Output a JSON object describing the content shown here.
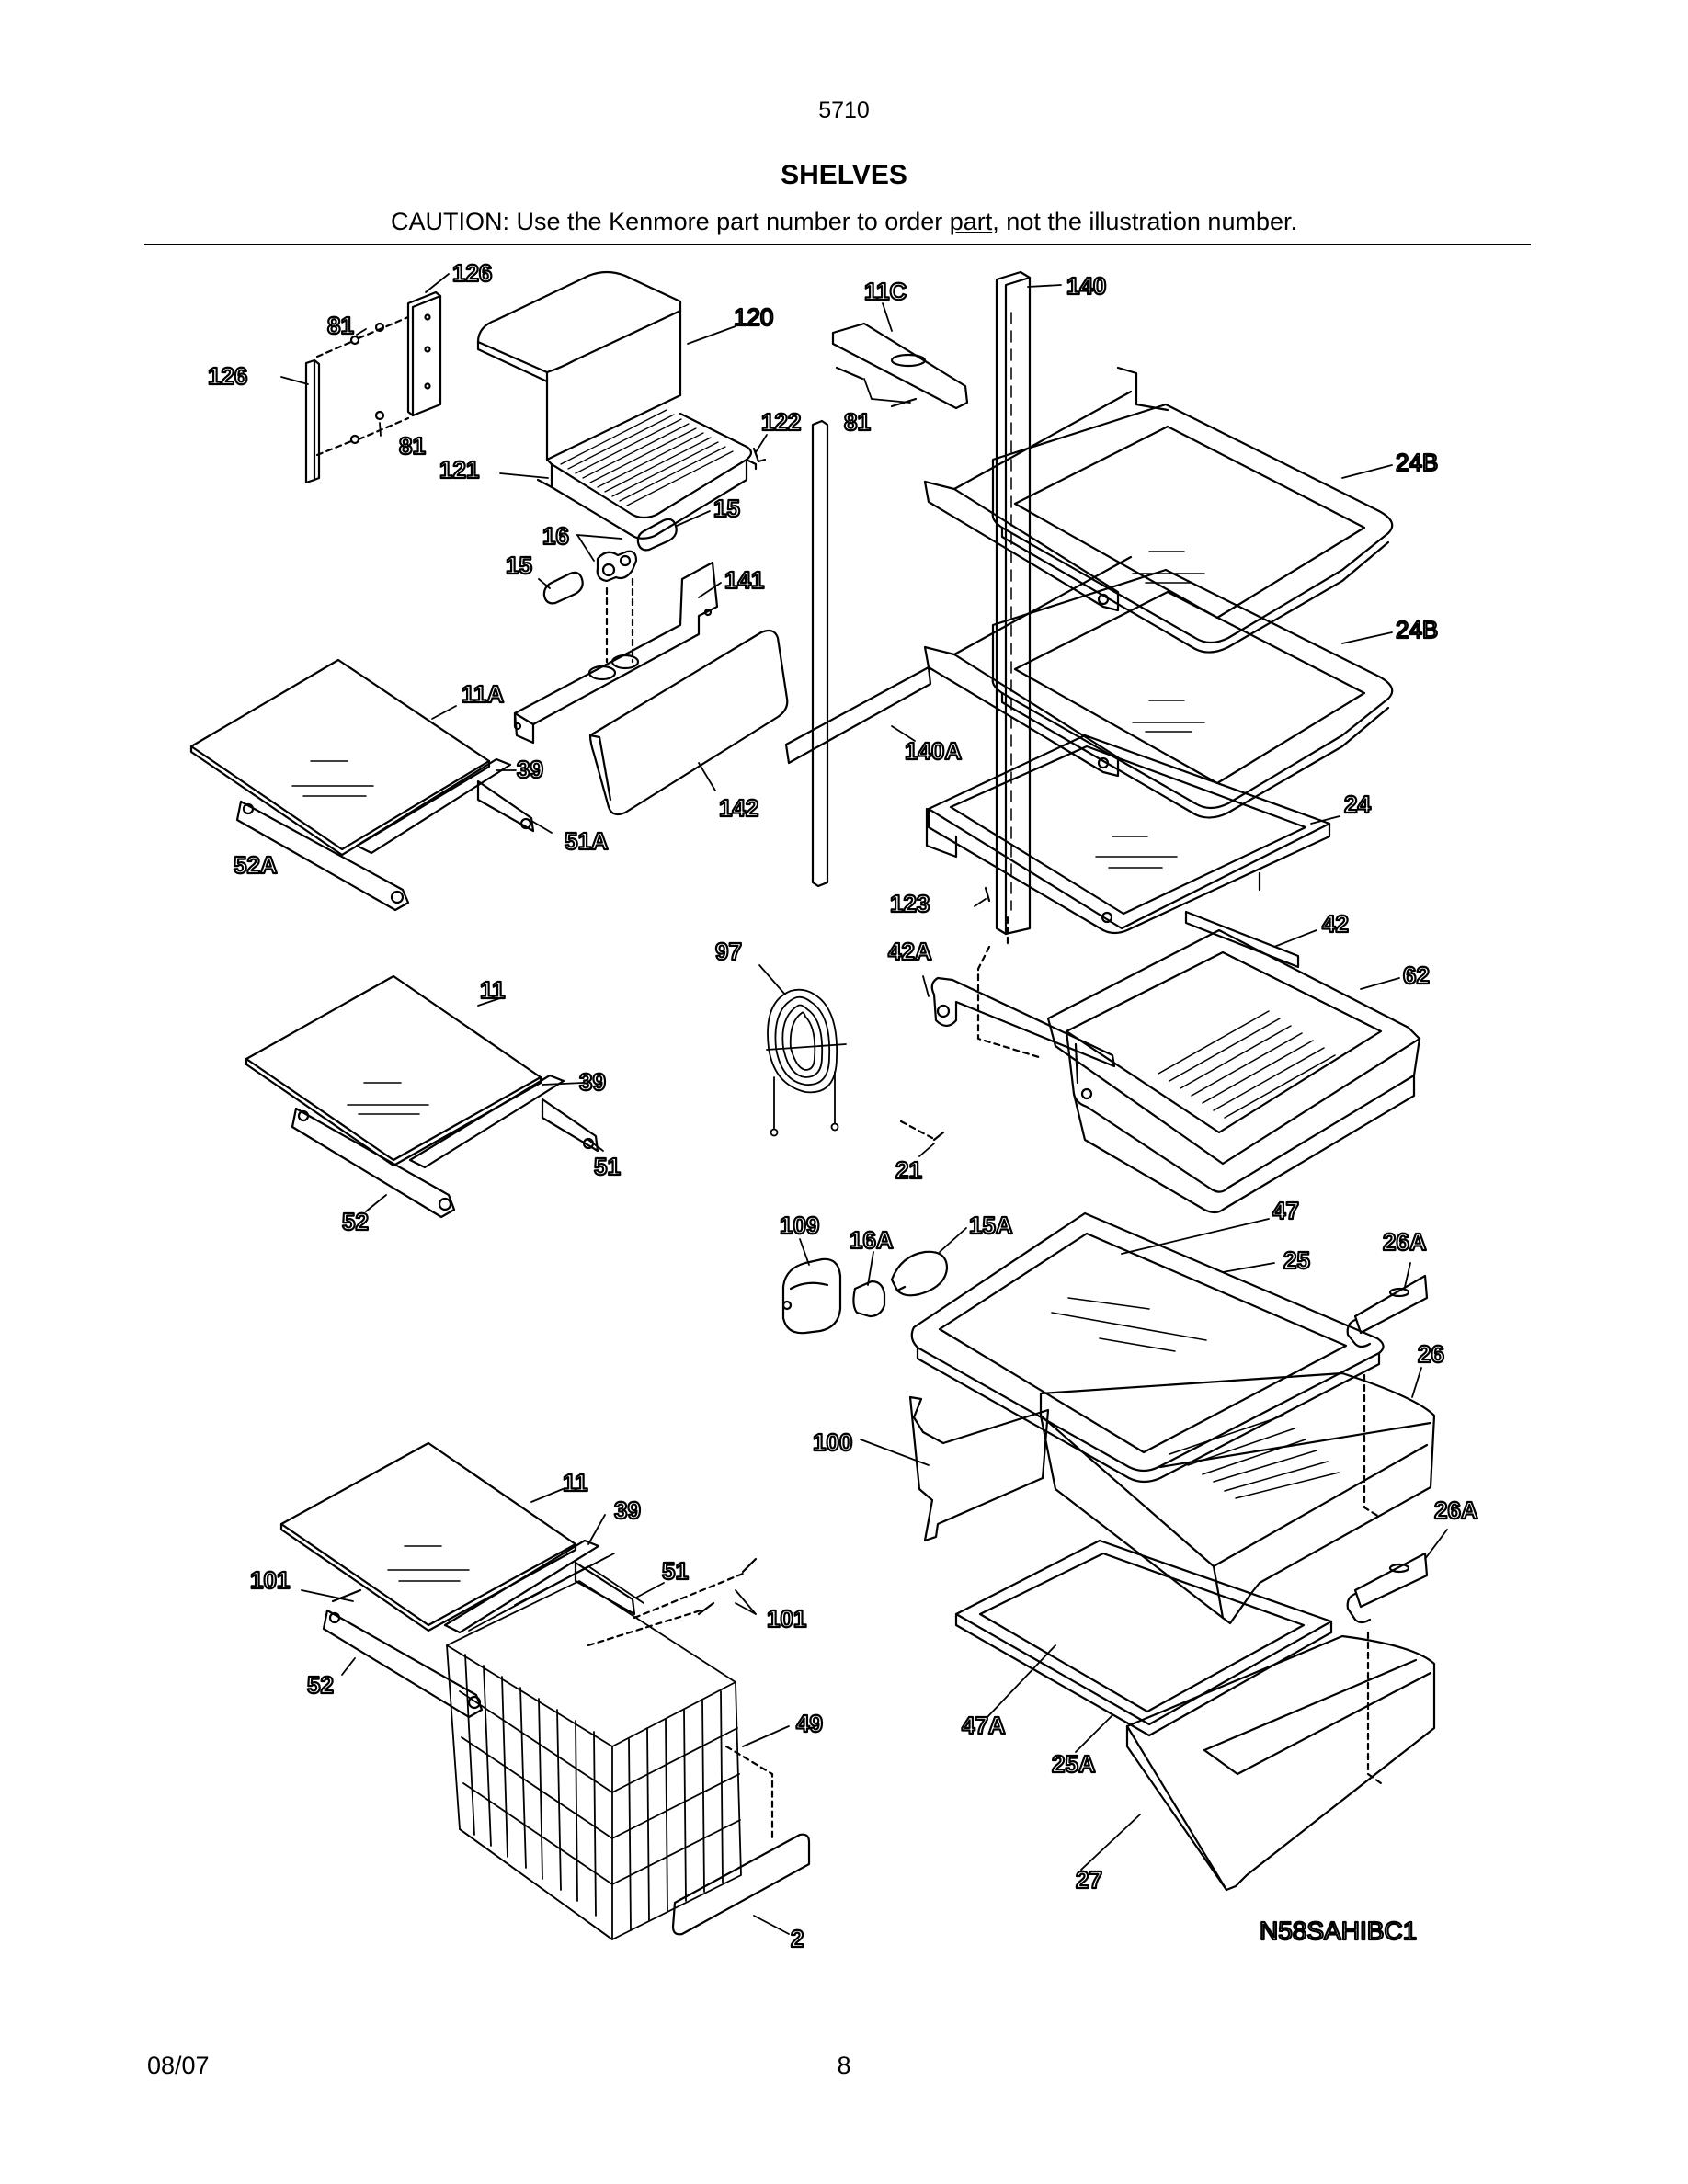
{
  "header": {
    "model": "5710",
    "title": "SHELVES",
    "caution_prefix": "CAUTION: Use the Kenmore part number to order ",
    "caution_link": "part",
    "caution_suffix": ", not the illustration number."
  },
  "diagram_code": "N58SAHIBC1",
  "footer": {
    "date": "08/07",
    "page": "8"
  },
  "callouts": [
    {
      "id": "126a",
      "text": "126",
      "bold": true
    },
    {
      "id": "81a",
      "text": "81",
      "bold": true
    },
    {
      "id": "126b",
      "text": "126",
      "bold": true
    },
    {
      "id": "81b",
      "text": "81",
      "bold": true
    },
    {
      "id": "120",
      "text": "120",
      "bold": false
    },
    {
      "id": "121",
      "text": "121",
      "bold": true
    },
    {
      "id": "122",
      "text": "122",
      "bold": true
    },
    {
      "id": "11C",
      "text": "11C",
      "bold": true
    },
    {
      "id": "81c",
      "text": "81",
      "bold": true
    },
    {
      "id": "140",
      "text": "140",
      "bold": true
    },
    {
      "id": "24Ba",
      "text": "24B",
      "bold": false
    },
    {
      "id": "24Bb",
      "text": "24B",
      "bold": false
    },
    {
      "id": "15a",
      "text": "15",
      "bold": true
    },
    {
      "id": "16",
      "text": "16",
      "bold": true
    },
    {
      "id": "15b",
      "text": "15",
      "bold": true
    },
    {
      "id": "141",
      "text": "141",
      "bold": true
    },
    {
      "id": "11A",
      "text": "11A",
      "bold": true
    },
    {
      "id": "39a",
      "text": "39",
      "bold": true
    },
    {
      "id": "51A",
      "text": "51A",
      "bold": true
    },
    {
      "id": "52A",
      "text": "52A",
      "bold": true
    },
    {
      "id": "142",
      "text": "142",
      "bold": true
    },
    {
      "id": "140A",
      "text": "140A",
      "bold": true
    },
    {
      "id": "24",
      "text": "24",
      "bold": true
    },
    {
      "id": "123",
      "text": "123",
      "bold": true
    },
    {
      "id": "42",
      "text": "42",
      "bold": true
    },
    {
      "id": "97",
      "text": "97",
      "bold": true
    },
    {
      "id": "42A",
      "text": "42A",
      "bold": true
    },
    {
      "id": "62",
      "text": "62",
      "bold": true
    },
    {
      "id": "11a",
      "text": "11",
      "bold": true
    },
    {
      "id": "39b",
      "text": "39",
      "bold": true
    },
    {
      "id": "51a",
      "text": "51",
      "bold": true
    },
    {
      "id": "52a",
      "text": "52",
      "bold": true
    },
    {
      "id": "21",
      "text": "21",
      "bold": true
    },
    {
      "id": "109",
      "text": "109",
      "bold": true
    },
    {
      "id": "16A",
      "text": "16A",
      "bold": true
    },
    {
      "id": "15A",
      "text": "15A",
      "bold": true
    },
    {
      "id": "47",
      "text": "47",
      "bold": true
    },
    {
      "id": "25",
      "text": "25",
      "bold": true
    },
    {
      "id": "26A1",
      "text": "26A",
      "bold": true
    },
    {
      "id": "26",
      "text": "26",
      "bold": true
    },
    {
      "id": "100",
      "text": "100",
      "bold": true
    },
    {
      "id": "11b",
      "text": "11",
      "bold": true
    },
    {
      "id": "39c",
      "text": "39",
      "bold": true
    },
    {
      "id": "26A2",
      "text": "26A",
      "bold": true
    },
    {
      "id": "101a",
      "text": "101",
      "bold": true
    },
    {
      "id": "51b",
      "text": "51",
      "bold": true
    },
    {
      "id": "101b",
      "text": "101",
      "bold": true
    },
    {
      "id": "52b",
      "text": "52",
      "bold": true
    },
    {
      "id": "49",
      "text": "49",
      "bold": true
    },
    {
      "id": "47A",
      "text": "47A",
      "bold": true
    },
    {
      "id": "25A",
      "text": "25A",
      "bold": true
    },
    {
      "id": "27",
      "text": "27",
      "bold": true
    },
    {
      "id": "2",
      "text": "2",
      "bold": true
    }
  ]
}
